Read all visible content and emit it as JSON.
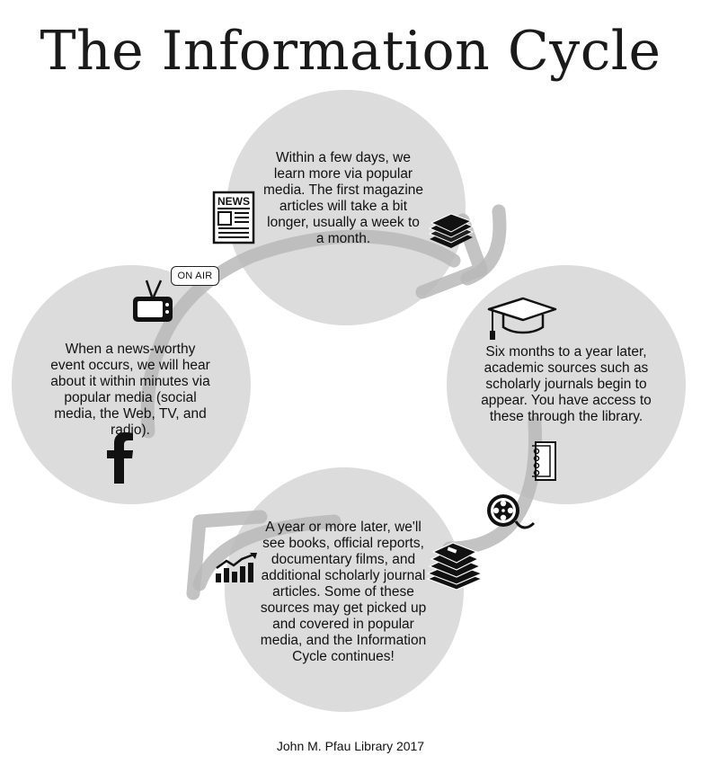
{
  "title": "The Information Cycle",
  "stages": [
    {
      "id": "top",
      "text": "Within a few days, we learn more via popular media. The first magazine articles will take a bit longer, usually a week to a month.",
      "icons": [
        "newspaper-icon",
        "magazines-icon"
      ]
    },
    {
      "id": "right",
      "text": "Six months to a year later, academic sources such as scholarly journals begin to appear. You have access to these through the library.",
      "icons": [
        "graduation-cap-icon",
        "journal-icon"
      ]
    },
    {
      "id": "bottom",
      "text": "A year or more later, we'll see books, official reports, documentary films, and additional scholarly journal articles. Some of these sources may get picked up and covered in popular media, and the Information Cycle continues!",
      "icons": [
        "chart-icon",
        "books-icon",
        "film-reel-icon"
      ]
    },
    {
      "id": "left",
      "text": "When a news-worthy event occurs, we will hear about it within minutes via popular media (social media, the Web, TV, and radio).",
      "icons": [
        "tv-icon",
        "facebook-icon",
        "on-air-icon"
      ]
    }
  ],
  "on_air_label": "ON AIR",
  "newspaper_label": "NEWS",
  "footer": "John M. Pfau Library 2017",
  "colors": {
    "circle": "#dcdcdc",
    "arrow": "#bdbdbd",
    "icon": "#111111"
  }
}
